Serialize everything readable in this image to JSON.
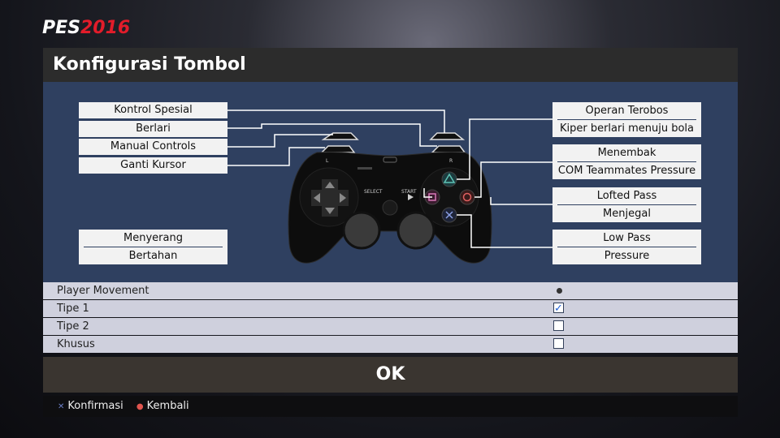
{
  "logo": {
    "prefix": "PES",
    "year": "2016"
  },
  "title": "Konfigurasi Tombol",
  "left_labels": [
    "Kontrol Spesial",
    "Berlari",
    "Manual Controls",
    "Ganti Kursor"
  ],
  "left_pair": [
    "Menyerang",
    "Bertahan"
  ],
  "right_pairs": [
    [
      "Operan Terobos",
      "Kiper berlari menuju bola"
    ],
    [
      "Menembak",
      "COM Teammates Pressure"
    ],
    [
      "Lofted Pass",
      "Menjegal"
    ],
    [
      "Low Pass",
      "Pressure"
    ]
  ],
  "controller": {
    "select_label": "SELECT",
    "start_label": "START",
    "l_label": "L",
    "r_label": "R"
  },
  "options": {
    "header": "Player Movement",
    "rows": [
      {
        "label": "Tipe 1",
        "checked": true
      },
      {
        "label": "Tipe 2",
        "checked": false
      },
      {
        "label": "Khusus",
        "checked": false
      }
    ]
  },
  "ok_label": "OK",
  "footer": {
    "confirm": "Konfirmasi",
    "back": "Kembali"
  },
  "colors": {
    "accent_red": "#e21c2a",
    "panel_blue": "#2f4060",
    "check_blue": "#1f5fd6"
  }
}
